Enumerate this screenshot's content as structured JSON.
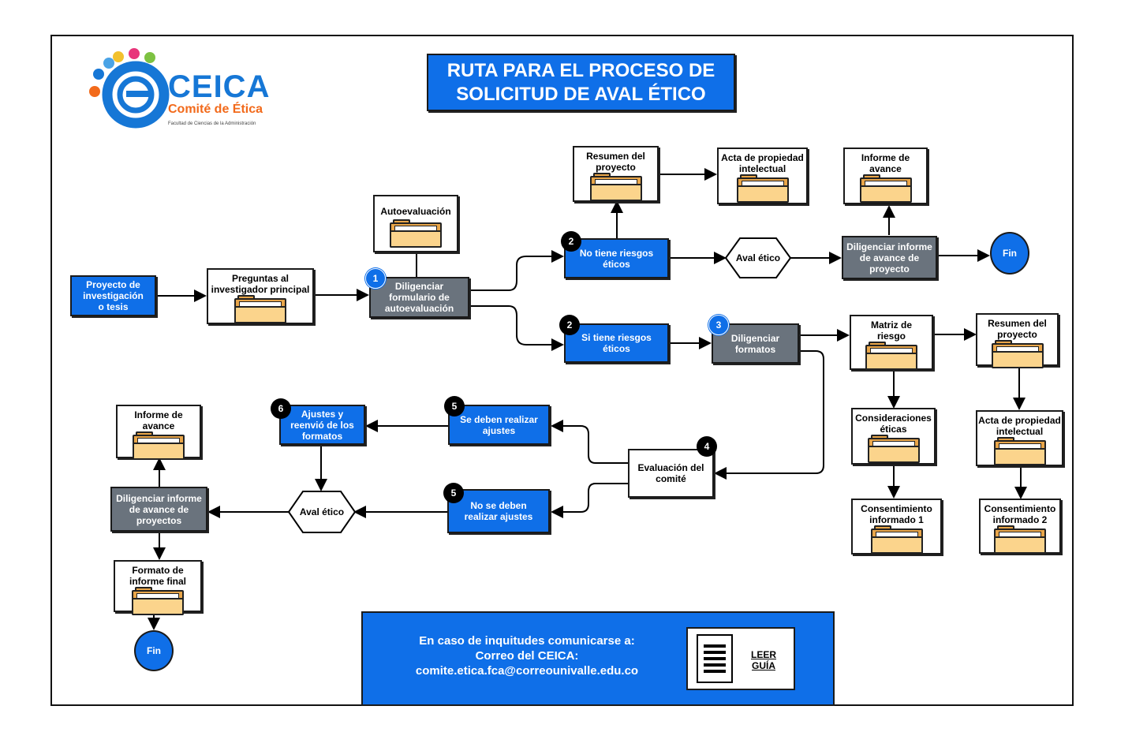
{
  "title": {
    "line1": "RUTA PARA EL PROCESO DE",
    "line2": "SOLICITUD DE AVAL ÉTICO"
  },
  "logo": {
    "name": "CEICA",
    "subtitle": "Comité de Ética",
    "faculty": "Facultad de Ciencias de la Administración"
  },
  "nodes": {
    "proyecto": "Proyecto de\ninvestigación\no tesis",
    "preguntas": "Preguntas al\ninvestigador principal",
    "autoevaluacion": "Autoevaluación",
    "diligenciar_form": "Diligenciar\nformulario de\nautoevaluación",
    "no_riesgos": "No tiene riesgos\néticos",
    "si_riesgos": "Si tiene riesgos\néticos",
    "resumen_top": "Resumen del\nproyecto",
    "acta_top": "Acta de propiedad\nintelectual",
    "aval_top": "Aval ético",
    "diligenciar_avance_top": "Diligenciar informe\nde avance de\nproyecto",
    "informe_top": "Informe de\navance",
    "fin_top": "Fin",
    "diligenciar_formatos": "Diligenciar\nformatos",
    "matriz": "Matriz de\nriesgo",
    "resumen_right": "Resumen del\nproyecto",
    "consideraciones": "Consideraciones\néticas",
    "acta_right": "Acta de propiedad\nintelectual",
    "consentimiento1": "Consentimiento\ninformado 1",
    "consentimiento2": "Consentimiento\ninformado 2",
    "evaluacion": "Evaluación del\ncomité",
    "se_deben": "Se deben realizar\najustes",
    "no_se_deben": "No se deben\nrealizar ajustes",
    "ajustes": "Ajustes y\nreenvió de los\nformatos",
    "aval_bottom": "Aval ético",
    "diligenciar_avance_bottom": "Diligenciar informe\nde avance de\nproyectos",
    "informe_bottom": "Informe de\navance",
    "formato_final": "Formato de\ninforme final",
    "fin_bottom": "Fin"
  },
  "badges": {
    "b1": "1",
    "b2a": "2",
    "b2b": "2",
    "b3": "3",
    "b4": "4",
    "b5a": "5",
    "b5b": "5",
    "b6": "6"
  },
  "contact": {
    "line1": "En caso de inquitudes comunicarse a:",
    "line2": "Correo del CEICA:",
    "line3": "comite.etica.fca@correounivalle.edu.co",
    "guide": "LEER\nGUÍA"
  },
  "colors": {
    "accent": "#0f6fe8",
    "process_gray": "#6a737d",
    "folder": "#e9a64a",
    "logo_orange": "#f26a1b"
  }
}
